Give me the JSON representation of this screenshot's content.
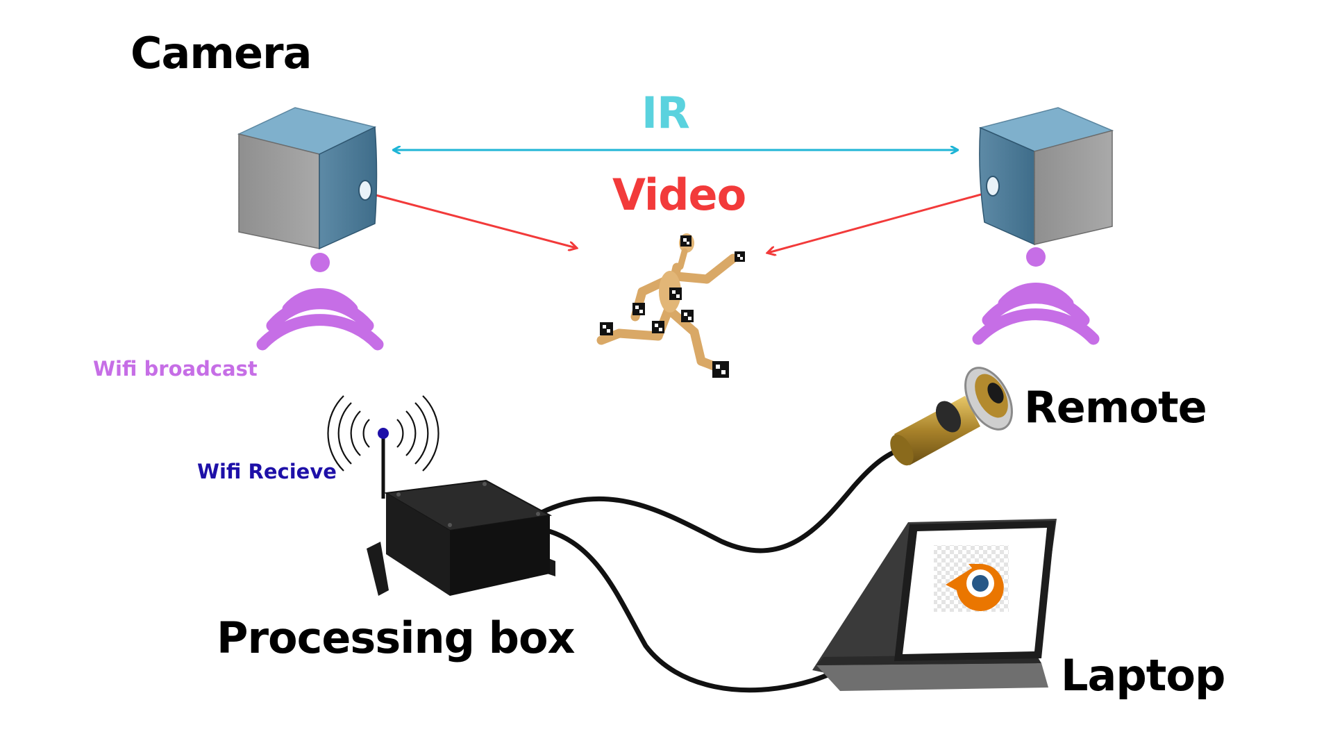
{
  "labels": {
    "camera": "Camera",
    "ir": "IR",
    "video": "Video",
    "wifi_broadcast": "Wifi broadcast",
    "wifi_receive": "Wifi Recieve",
    "remote": "Remote",
    "processing_box": "Processing box",
    "laptop": "Laptop"
  },
  "colors": {
    "ir": "#5ad2de",
    "ir_arrow": "#1fb5d6",
    "video": "#f23a3a",
    "wifi": "#c66ee6",
    "wifi_receive": "#1e10a8",
    "text": "#000000",
    "camera_top": "#7aa9c4",
    "camera_body": "#8a8a8a"
  },
  "icons": [
    "camera-icon",
    "wifi-broadcast-icon",
    "mannequin-icon",
    "antenna-icon",
    "processing-box-icon",
    "remote-icon",
    "laptop-icon",
    "blender-logo-icon"
  ]
}
